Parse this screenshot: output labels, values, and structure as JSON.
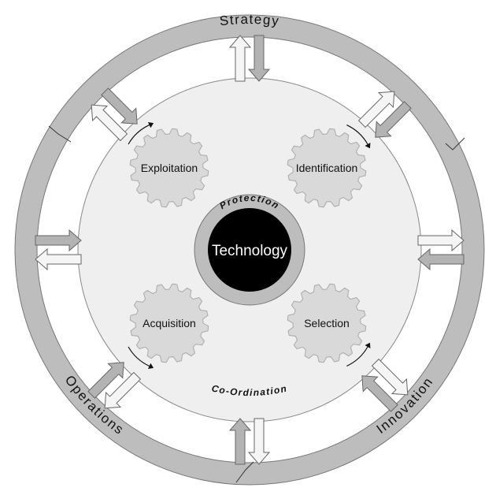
{
  "ring": {
    "top_label": "Strategy",
    "right_label": "Innovation",
    "left_label": "Operations"
  },
  "inner": {
    "bottom_label": "Co-Ordination"
  },
  "core": {
    "label": "Technology",
    "ring_label": "Protection"
  },
  "gears": [
    {
      "label": "Exploitation"
    },
    {
      "label": "Identification"
    },
    {
      "label": "Acquisition"
    },
    {
      "label": "Selection"
    }
  ],
  "colors": {
    "ring": "#bdbdbd",
    "inner_disk": "#efefef",
    "gear": "#d9d9d9",
    "core": "#000000",
    "arrow_light": "#f5f5f5",
    "arrow_dark": "#b3b3b3"
  }
}
